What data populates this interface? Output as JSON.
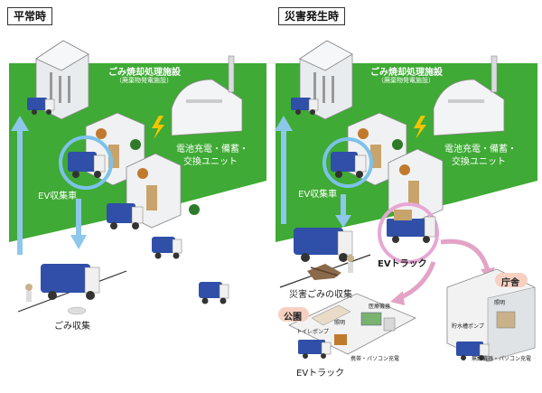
{
  "left_panel": {
    "title": "平常時",
    "incinerator_label": "ごみ焼却処理施設",
    "incinerator_sub": "（廃棄物発電施設）",
    "charging_unit_label_1": "電池充電・備蓄・",
    "charging_unit_label_2": "交換ユニット",
    "ev_truck_label": "EV収集車",
    "collection_label": "ごみ収集"
  },
  "right_panel": {
    "title": "災害発生時",
    "incinerator_label": "ごみ焼却処理施設",
    "incinerator_sub": "（廃棄物発電施設）",
    "charging_unit_label_1": "電池充電・備蓄・",
    "charging_unit_label_2": "交換ユニット",
    "ev_truck_label": "EV収集車",
    "ev_track_label": "EVトラック",
    "disaster_collection_label": "災害ごみの収集",
    "park_label": "公園",
    "office_label": "庁舎",
    "park_toilet_pump": "トイレポンプ",
    "park_lighting": "照明",
    "park_medical": "医療機器",
    "park_pc_charge": "携帯・パソコン充電",
    "office_lighting": "照明",
    "office_water_pump": "貯水槽ポンプ",
    "office_equipment": "無線機器・パソコン充電",
    "ev_track_bottom_label": "EVトラック"
  },
  "colors": {
    "grass": "#3faa35",
    "truck_body": "#2f4fa8",
    "arrow_blue": "#8ec7ec",
    "ring_blue": "#7cc2ea",
    "ring_pink": "#e7a7d4",
    "arrow_pink": "#e3a3c6",
    "badge_pink": "#f7d0c2"
  }
}
